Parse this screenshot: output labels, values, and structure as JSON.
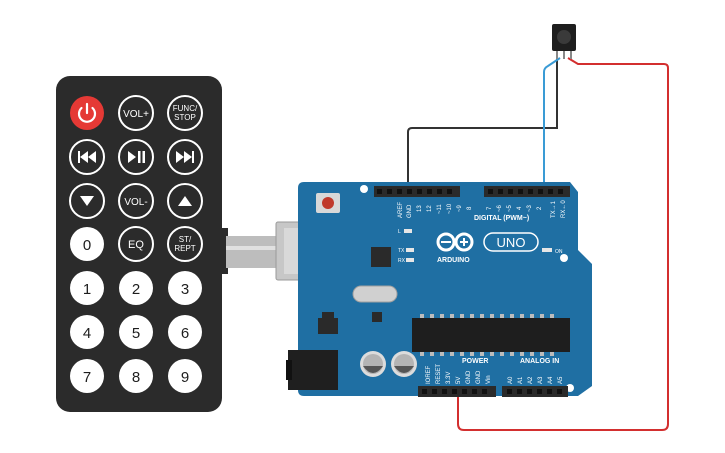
{
  "remote": {
    "buttons": {
      "vol_up": "VOL+",
      "func_stop_1": "FUNC/",
      "func_stop_2": "STOP",
      "vol_down": "VOL-",
      "eq": "EQ",
      "st_rept_1": "ST/",
      "st_rept_2": "REPT",
      "digits": [
        "0",
        "1",
        "2",
        "3",
        "4",
        "5",
        "6",
        "7",
        "8",
        "9"
      ]
    },
    "colors": {
      "body": "#2b2b2b",
      "power": "#e53935",
      "button": "#ffffff"
    }
  },
  "arduino": {
    "brand": "ARDUINO",
    "model": "UNO",
    "digital_label": "DIGITAL (PWM~)",
    "power_label": "POWER",
    "analog_label": "ANALOG IN",
    "on_label": "ON",
    "l_label": "L",
    "tx_label": "TX",
    "rx_label": "RX",
    "digital_pins": [
      "AREF",
      "GND",
      "13",
      "12",
      "~11",
      "~10",
      "~9",
      "8",
      "7",
      "~6",
      "~5",
      "4",
      "~3",
      "2",
      "TX→1",
      "RX←0"
    ],
    "power_pins": [
      "IOREF",
      "RESET",
      "3.3V",
      "5V",
      "GND",
      "GND",
      "Vin"
    ],
    "analog_pins": [
      "A0",
      "A1",
      "A2",
      "A3",
      "A4",
      "A5"
    ],
    "colors": {
      "board": "#1f6fa3",
      "header": "#2a2a2a"
    }
  },
  "wires": {
    "gnd_color": "#333333",
    "signal_color": "#3a9bd5",
    "power_color": "#d32f2f"
  }
}
